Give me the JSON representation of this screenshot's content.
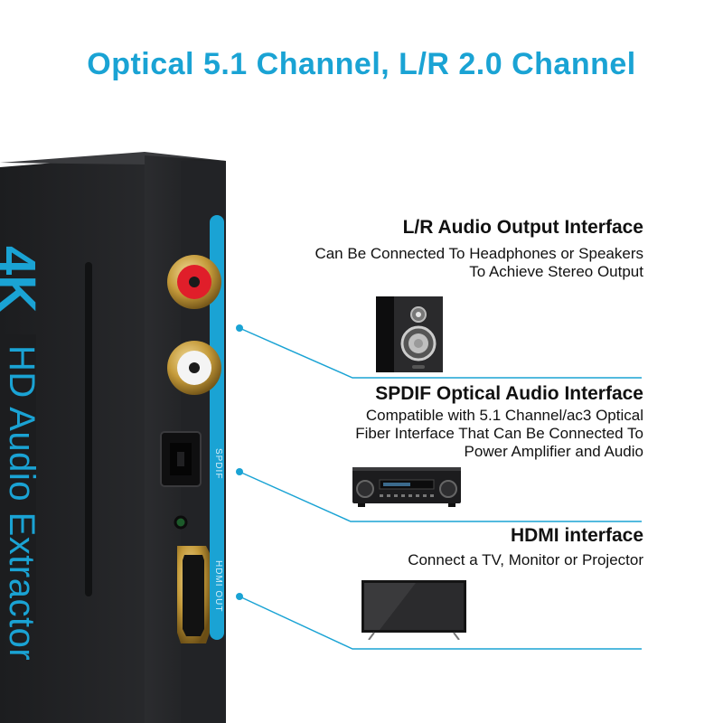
{
  "headline": "Optical 5.1 Channel, L/R 2.0 Channel",
  "device": {
    "brand_top": "4K",
    "brand_sub": "HD Audio Extractor",
    "port_label_spdif": "SPDIF",
    "port_label_hdmi": "HDMI OUT",
    "accent_color": "#1aa3d4"
  },
  "features": [
    {
      "title": "L/R Audio Output Interface",
      "desc_lines": [
        "Can Be Connected To Headphones or Speakers",
        "To Achieve Stereo Output"
      ],
      "image": "bookshelf-speaker"
    },
    {
      "title": "SPDIF Optical Audio Interface",
      "desc_lines": [
        "Compatible with 5.1 Channel/ac3 Optical",
        "Fiber Interface That Can Be Connected To",
        "Power Amplifier and Audio"
      ],
      "image": "av-receiver"
    },
    {
      "title": "HDMI interface",
      "desc_lines": [
        "Connect a TV, Monitor or Projector"
      ],
      "image": "flat-tv"
    }
  ]
}
